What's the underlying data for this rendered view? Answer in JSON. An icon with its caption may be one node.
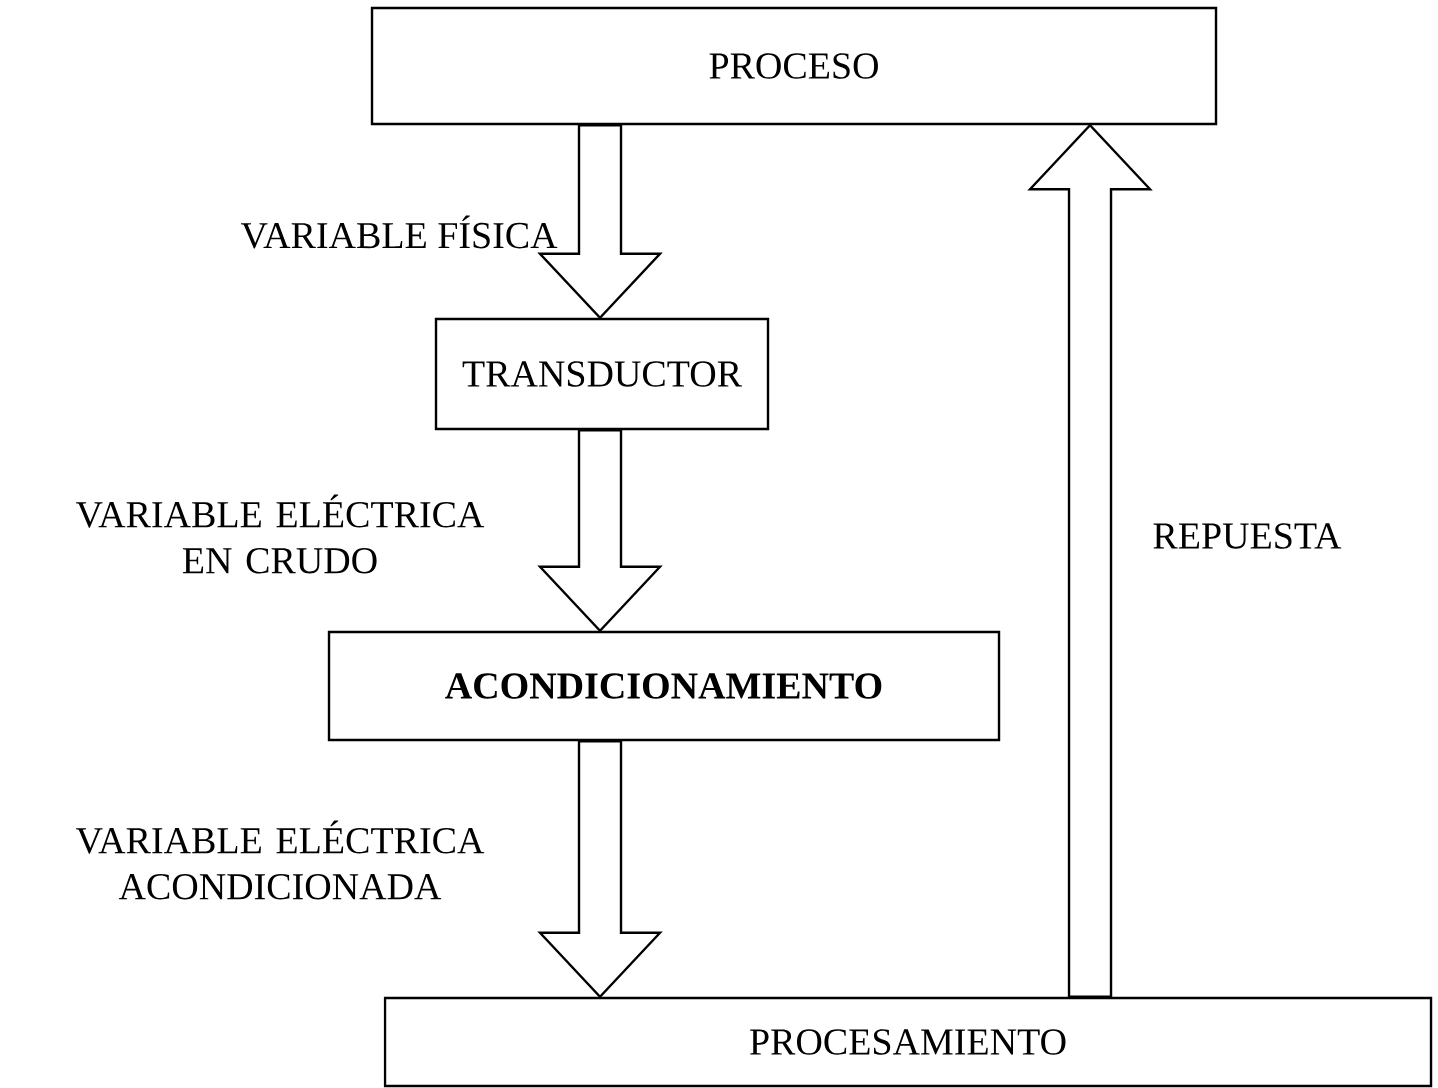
{
  "diagram": {
    "nodes": [
      {
        "text": [
          "PROCESO"
        ]
      },
      {
        "text": [
          "TRANSDUCTOR"
        ]
      },
      {
        "text": [
          "ACONDICIONAMIENTO"
        ]
      },
      {
        "text": [
          "PROCESAMIENTO"
        ]
      }
    ],
    "edges": [
      {
        "from": 0,
        "to": 1,
        "arrow": "to",
        "label": "VARIABLE FÍSICA"
      },
      {
        "from": 1,
        "to": 2,
        "arrow": "to",
        "label": "VARIABLE ELÉCTRICA EN CRUDO"
      },
      {
        "from": 2,
        "to": 3,
        "arrow": "to",
        "label": "VARIABLE ELÉCTRICA ACONDICIONADA"
      },
      {
        "from": 3,
        "to": 0,
        "arrow": "to",
        "label": "REPUESTA"
      }
    ]
  }
}
